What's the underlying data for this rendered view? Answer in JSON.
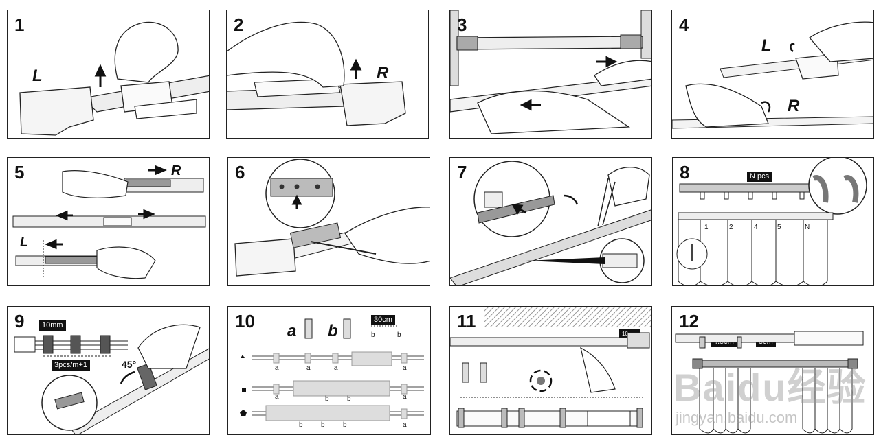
{
  "panels": [
    {
      "number": "1",
      "labels": [
        "L"
      ]
    },
    {
      "number": "2",
      "labels": [
        "R"
      ]
    },
    {
      "number": "3",
      "labels": []
    },
    {
      "number": "4",
      "labels": [
        "L",
        "R"
      ]
    },
    {
      "number": "5",
      "labels": [
        "R",
        "L"
      ]
    },
    {
      "number": "6",
      "labels": []
    },
    {
      "number": "7",
      "labels": []
    },
    {
      "number": "8",
      "labels": [
        "N pcs",
        "1",
        "2",
        "4",
        "5",
        "N"
      ]
    },
    {
      "number": "9",
      "labels": [
        "10mm",
        "3pcs/m+1",
        "45°"
      ]
    },
    {
      "number": "10",
      "labels": [
        "a",
        "b",
        "30cm",
        "b",
        "b",
        "a",
        "a",
        "a",
        "a",
        "a",
        "b",
        "b",
        "a",
        "b",
        "b",
        "b",
        "a"
      ]
    },
    {
      "number": "11",
      "labels": [
        "10mm"
      ]
    },
    {
      "number": "12",
      "labels": [
        "4.5cm",
        "3cm"
      ]
    }
  ],
  "watermark": {
    "brand": "Baidu经验",
    "url": "jingyan.baidu.com"
  }
}
